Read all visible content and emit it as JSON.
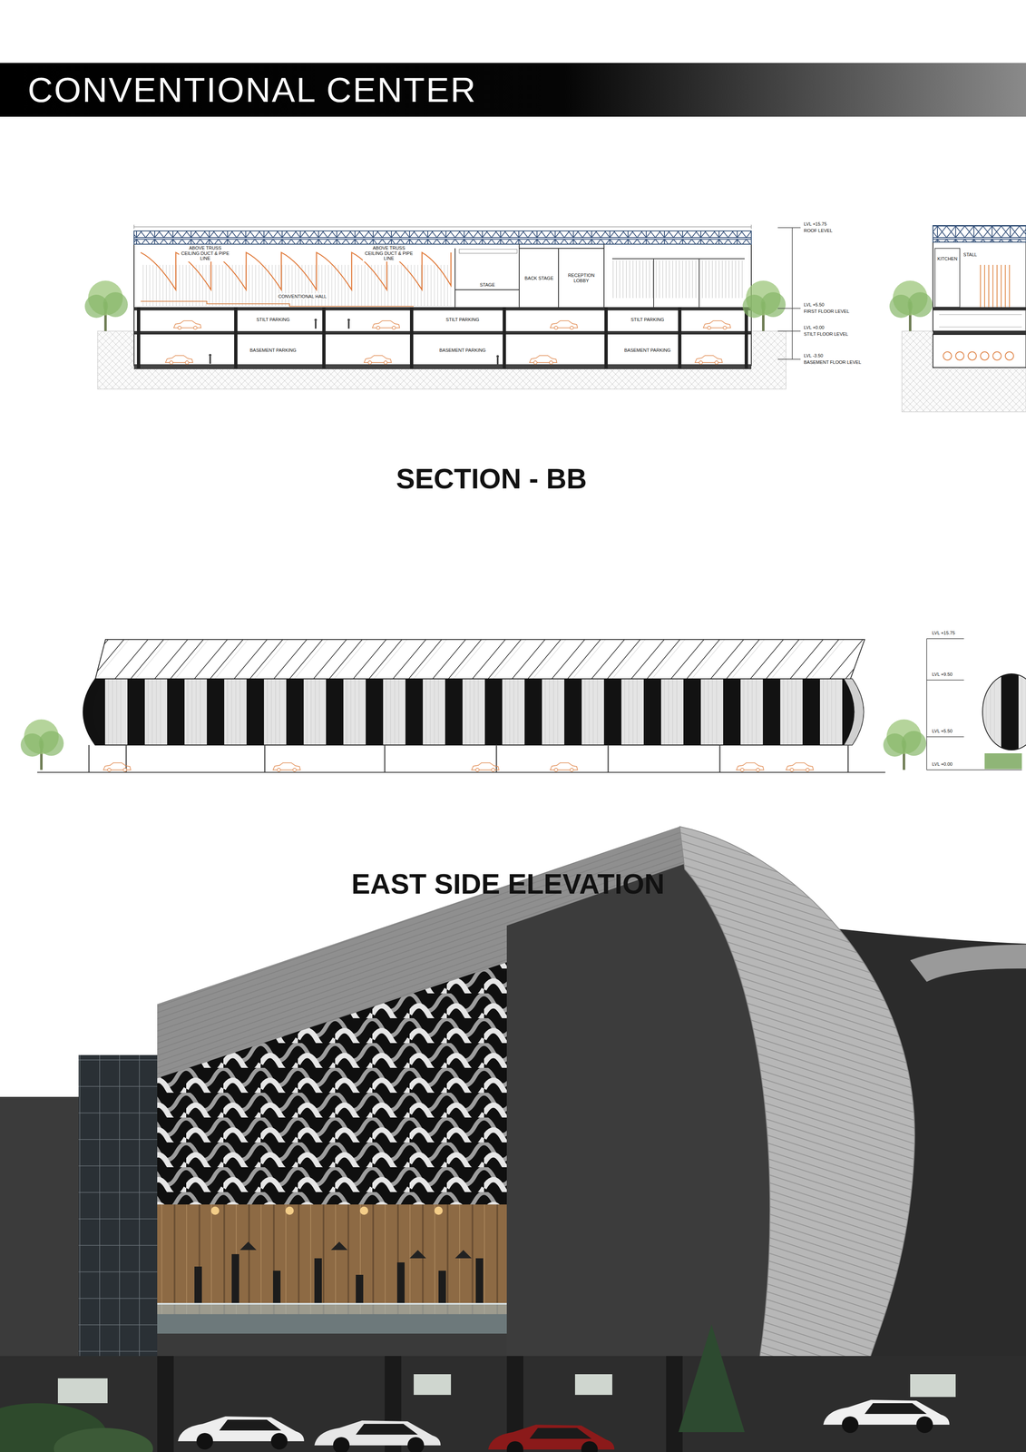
{
  "diagram": {
    "title": "CONVENTIONAL CENTER",
    "labels": [
      "SECTION - BB",
      "EAST SIDE ELEVATION",
      "ABOVE TRUSS CEILING DUCT & PIPE LINE",
      "ABOVE TRUSS CEILING DUCT & PIPE LINE",
      "CONVENTIONAL HALL",
      "STAGE",
      "BACK STAGE",
      "RECEPTION LOBBY",
      "STILT PARKING",
      "STILT PARKING",
      "STILT PARKING",
      "BASEMENT PARKING",
      "BASEMENT PARKING",
      "BASEMENT PARKING",
      "LVL +15.75",
      "ROOF LEVEL",
      "LVL +5.50",
      "FIRST FLOOR LEVEL",
      "LVL +0.00",
      "STILT FLOOR LEVEL",
      "LVL -3.50",
      "BASEMENT FLOOR LEVEL",
      "KITCHEN",
      "STALL",
      "LVL +15.75",
      "LVL +9.50",
      "LVL +5.50",
      "LVL +0.00"
    ]
  }
}
